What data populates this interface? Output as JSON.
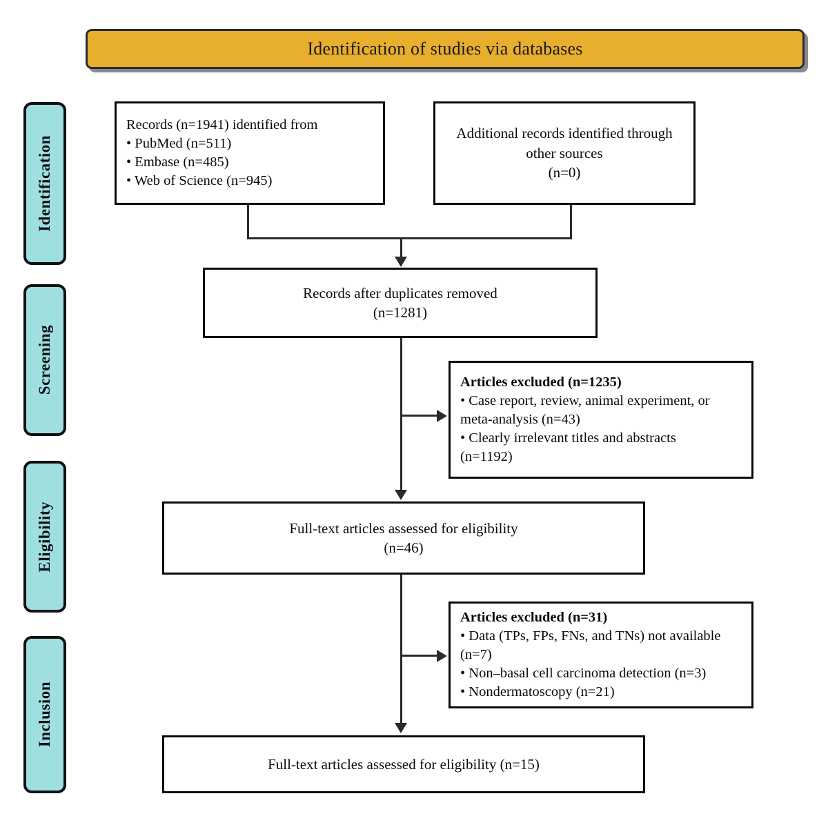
{
  "banner": {
    "title": "Identification of studies via databases",
    "fill_color": "#e8ae2e",
    "border_color": "#2b2b33"
  },
  "stages": [
    {
      "label": "Identification",
      "fill_color": "#9fdfe0"
    },
    {
      "label": "Screening",
      "fill_color": "#9fdfe0"
    },
    {
      "label": "Eligibility",
      "fill_color": "#9fdfe0"
    },
    {
      "label": "Inclusion",
      "fill_color": "#9fdfe0"
    }
  ],
  "boxes": {
    "records": {
      "line1": "Records (n=1941) identified from",
      "line2": "• PubMed (n=511)",
      "line3": "• Embase (n=485)",
      "line4": "• Web of Science (n=945)"
    },
    "additional": {
      "line1": "Additional records identified through",
      "line2": "other sources",
      "line3": "(n=0)"
    },
    "dedup": {
      "line1": "Records after duplicates removed",
      "line2": "(n=1281)"
    },
    "excluded_1": {
      "header": "Articles excluded  (n=1235)",
      "line1": "• Case report, review, animal experiment, or",
      "line2": "meta-analysis  (n=43)",
      "line3": "• Clearly irrelevant titles and abstracts",
      "line4": "(n=1192)"
    },
    "fulltext_46": {
      "line1": "Full-text articles assessed for eligibility",
      "line2": "(n=46)"
    },
    "excluded_2": {
      "header": "Articles excluded  (n=31)",
      "line1": "• Data (TPs, FPs, FNs, and TNs) not available",
      "line2": "(n=7)",
      "line3": "• Non–basal cell carcinoma detection (n=3)",
      "line4": "• Nondermatoscopy (n=21)"
    },
    "fulltext_15": {
      "line1": "Full-text articles assessed for eligibility (n=15)"
    }
  },
  "chart_data": {
    "type": "diagram",
    "title": "Identification of studies via databases",
    "nodes": [
      {
        "id": "records",
        "stage": "Identification",
        "n": 1941,
        "breakdown": [
          {
            "source": "PubMed",
            "n": 511
          },
          {
            "source": "Embase",
            "n": 485
          },
          {
            "source": "Web of Science",
            "n": 945
          }
        ]
      },
      {
        "id": "additional",
        "stage": "Identification",
        "n": 0
      },
      {
        "id": "dedup",
        "stage": "Screening",
        "n": 1281
      },
      {
        "id": "excluded_1",
        "stage": "Screening",
        "n": 1235,
        "reasons": [
          {
            "reason": "Case report, review, animal experiment, or meta-analysis",
            "n": 43
          },
          {
            "reason": "Clearly irrelevant titles and abstracts",
            "n": 1192
          }
        ]
      },
      {
        "id": "fulltext_46",
        "stage": "Eligibility",
        "n": 46
      },
      {
        "id": "excluded_2",
        "stage": "Eligibility",
        "n": 31,
        "reasons": [
          {
            "reason": "Data (TPs, FPs, FNs, and TNs) not available",
            "n": 7
          },
          {
            "reason": "Non–basal cell carcinoma detection",
            "n": 3
          },
          {
            "reason": "Nondermatoscopy",
            "n": 21
          }
        ]
      },
      {
        "id": "fulltext_15",
        "stage": "Inclusion",
        "n": 15
      }
    ],
    "edges": [
      {
        "from": "records",
        "to": "dedup"
      },
      {
        "from": "additional",
        "to": "dedup"
      },
      {
        "from": "dedup",
        "to": "fulltext_46"
      },
      {
        "from": "dedup",
        "to": "excluded_1"
      },
      {
        "from": "fulltext_46",
        "to": "fulltext_15"
      },
      {
        "from": "fulltext_46",
        "to": "excluded_2"
      }
    ]
  }
}
